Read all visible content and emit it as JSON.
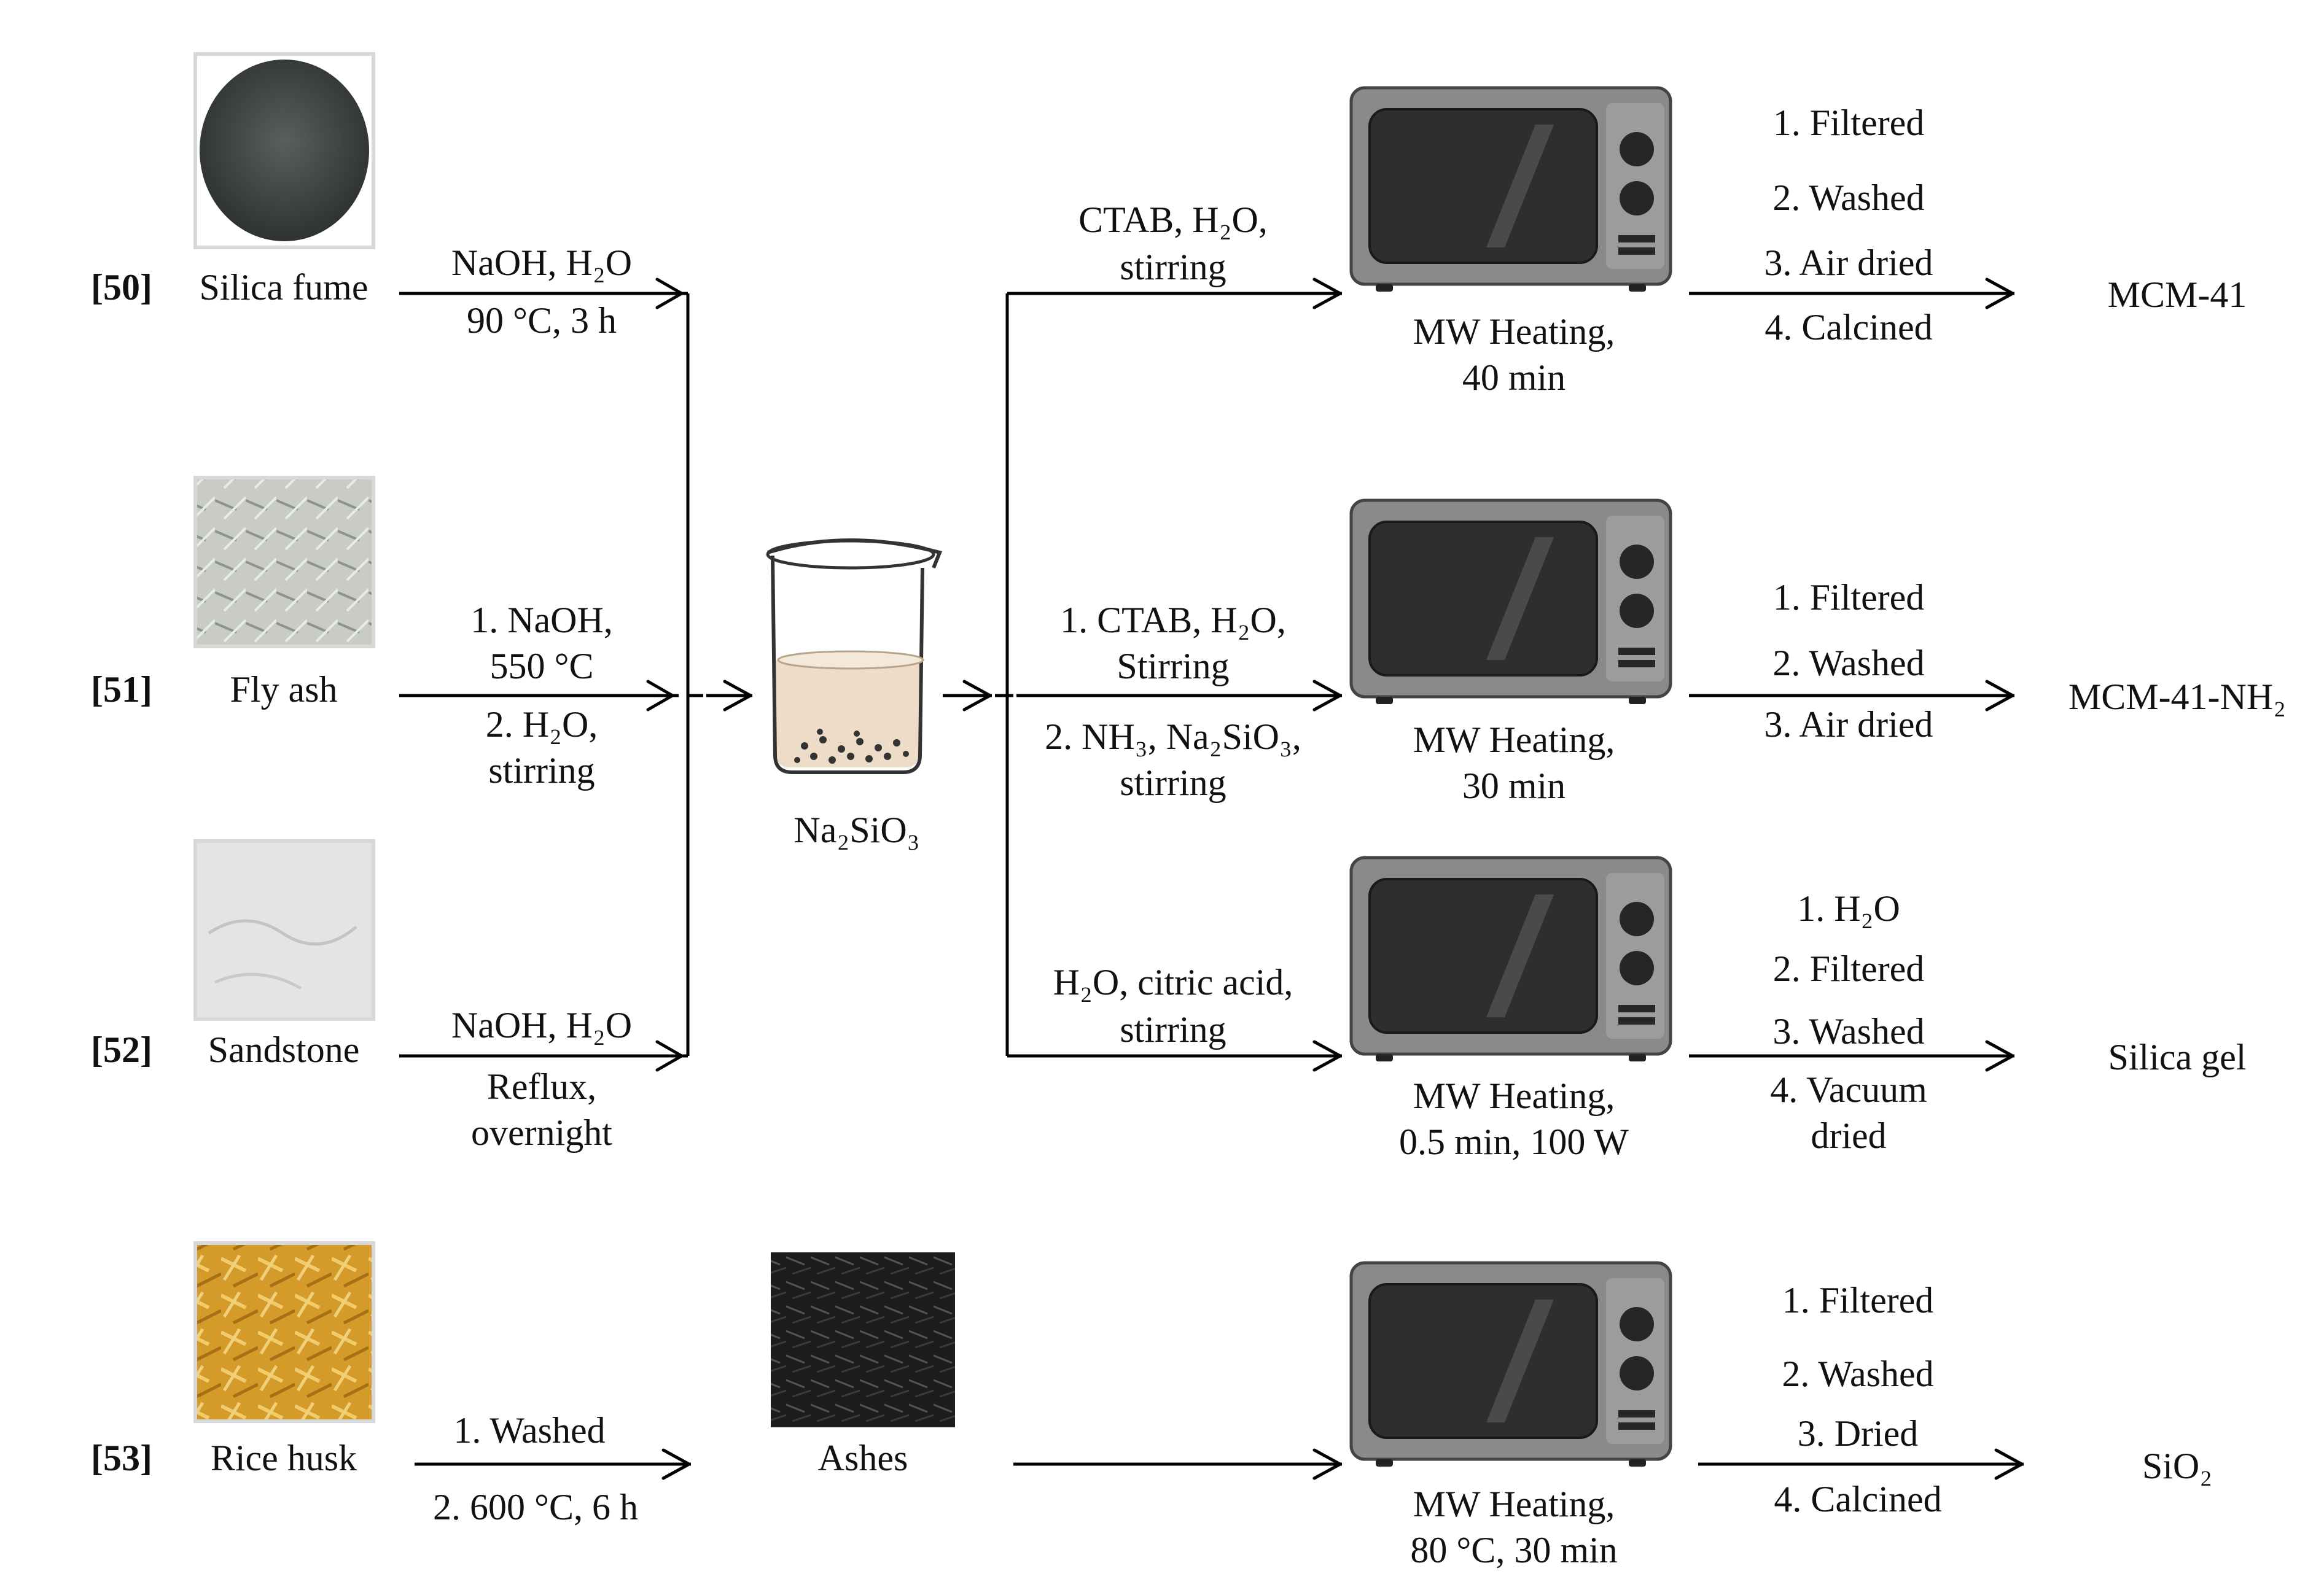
{
  "sources": [
    {
      "ref": "[50]",
      "name": "Silica fume",
      "image": "silica-fume-photo",
      "conditions": [
        "NaOH, H₂O",
        "90 °C, 3 h"
      ]
    },
    {
      "ref": "[51]",
      "name": "Fly ash",
      "image": "fly-ash-photo",
      "conditions": [
        "1. NaOH,",
        "550 °C",
        "2. H₂O,",
        "stirring"
      ]
    },
    {
      "ref": "[52]",
      "name": "Sandstone",
      "image": "sandstone-photo",
      "conditions": [
        "NaOH, H₂O",
        "Reflux,",
        "overnight"
      ]
    },
    {
      "ref": "[53]",
      "name": "Rice husk",
      "image": "rice-husk-photo",
      "conditions": [
        "1. Washed",
        "2. 600 °C, 6 h"
      ]
    }
  ],
  "intermediates": {
    "silicate": {
      "label": "Na₂SiO₃",
      "image": "beaker-icon"
    },
    "ashes": {
      "label": "Ashes",
      "image": "ashes-photo"
    }
  },
  "routes": [
    {
      "reagents": [
        "CTAB, H₂O,",
        "stirring"
      ],
      "heating": [
        "MW Heating,",
        "40 min"
      ],
      "steps": [
        "1. Filtered",
        "2. Washed",
        "3. Air dried",
        "4. Calcined"
      ],
      "product": "MCM-41"
    },
    {
      "reagents": [
        "1. CTAB, H₂O,",
        "Stirring",
        "2. NH₃, Na₂SiO₃,",
        "stirring"
      ],
      "heating": [
        "MW Heating,",
        "30 min"
      ],
      "steps": [
        "1. Filtered",
        "2. Washed",
        "3. Air dried"
      ],
      "product": "MCM-41-NH₂"
    },
    {
      "reagents": [
        "H₂O, citric acid,",
        "stirring"
      ],
      "heating": [
        "MW Heating,",
        "0.5 min, 100 W"
      ],
      "steps": [
        "1. H₂O",
        "2. Filtered",
        "3. Washed",
        "4. Vacuum",
        "dried"
      ],
      "product": "Silica gel"
    },
    {
      "reagents": [],
      "heating": [
        "MW Heating,",
        "80 °C, 30 min"
      ],
      "steps": [
        "1. Filtered",
        "2. Washed",
        "3. Dried",
        "4. Calcined"
      ],
      "product": "SiO₂"
    }
  ],
  "colors": {
    "line": "#000000",
    "oven_body": "#8a8a8a",
    "oven_window": "#2e2e2e",
    "liquid": "#ecdcc8",
    "husk": "#d4a030"
  }
}
